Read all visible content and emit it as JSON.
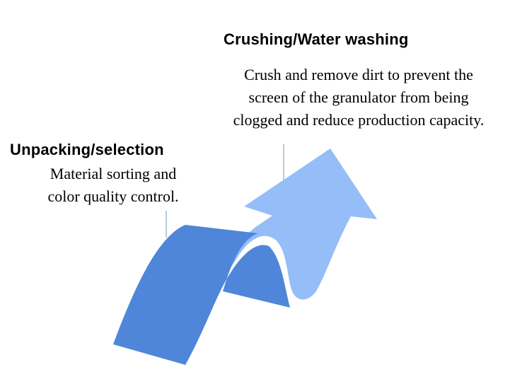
{
  "colors": {
    "arch_dark": "#4f86d9",
    "arch_light": "#95bdf8",
    "gap": "#ffffff",
    "connector_line": "#8aa5cc"
  },
  "steps": [
    {
      "id": "unpacking",
      "title": "Unpacking/selection",
      "description_lines": [
        "Material sorting and",
        "color quality control."
      ]
    },
    {
      "id": "crushing",
      "title": "Crushing/Water washing",
      "description_lines": [
        "Crush and remove dirt to prevent the",
        "screen of the granulator from being",
        "clogged and reduce production capacity."
      ]
    }
  ]
}
